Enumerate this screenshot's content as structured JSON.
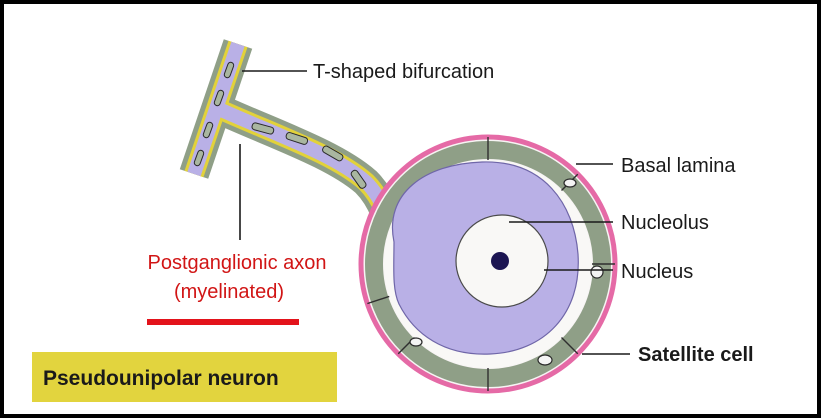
{
  "labels": {
    "t_bifurcation": "T-shaped bifurcation",
    "basal_lamina": "Basal lamina",
    "nucleolus": "Nucleolus",
    "nucleus": "Nucleus",
    "satellite_cell": "Satellite cell",
    "axon_line1": "Postganglionic axon",
    "axon_line2": "(myelinated)",
    "title": "Pseudounipolar neuron"
  },
  "colors": {
    "cytoplasm": "#b9b0e6",
    "satellite": "#8f9f87",
    "basal_lamina": "#e56aa6",
    "myelin": "#e2d23a",
    "nucleolus": "#1c1552",
    "underline": "#e3131b",
    "title_box": "#e2d43e",
    "frame": "#000000"
  }
}
